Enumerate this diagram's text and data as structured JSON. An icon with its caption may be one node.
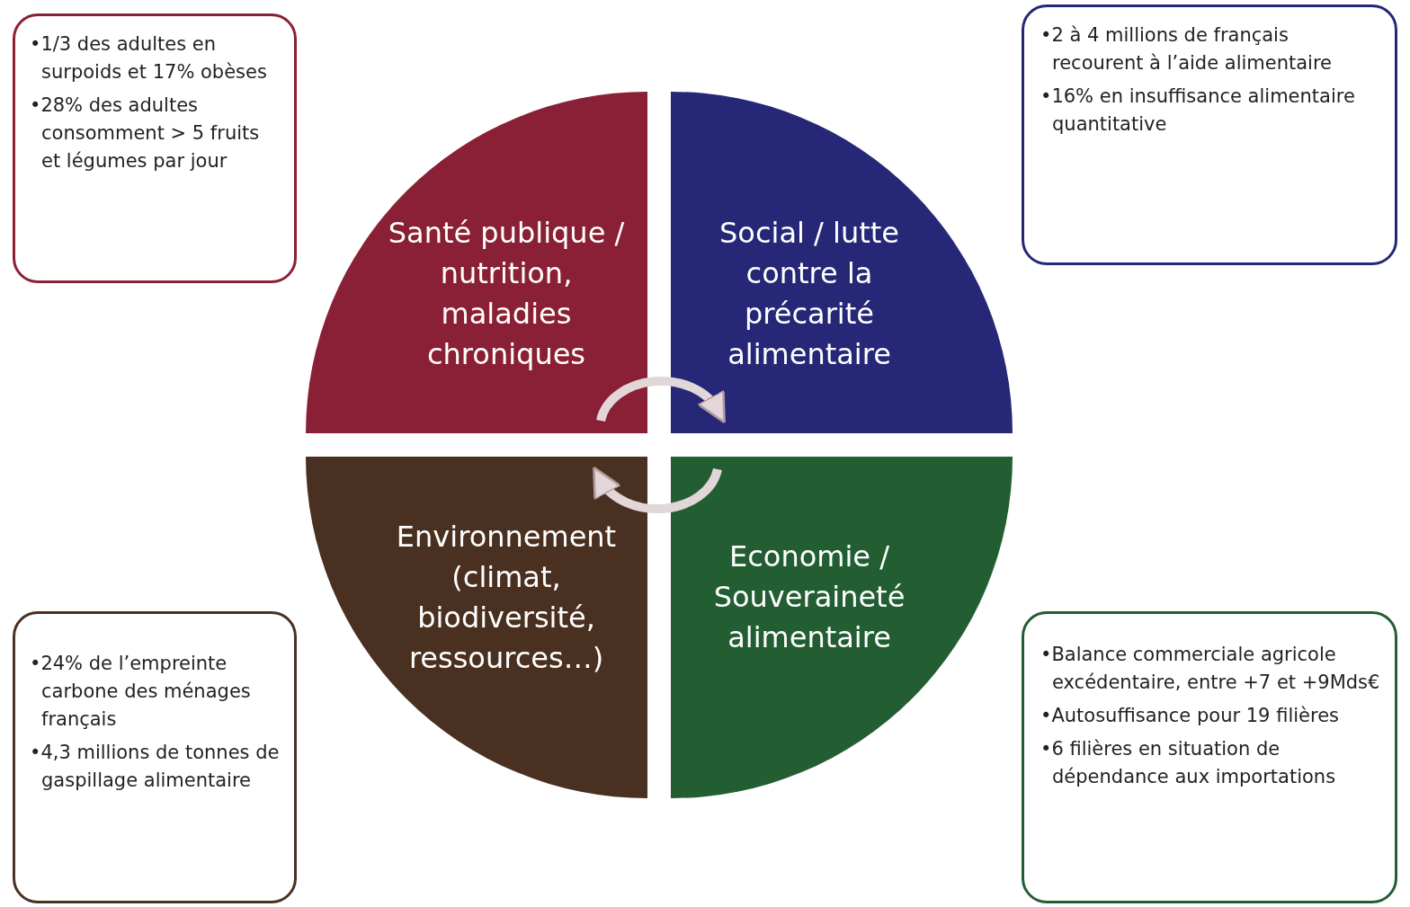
{
  "diagram": {
    "nodes": [
      {
        "text": [
          "•1/3 des adultes en surpoids et 17% obèses",
          "•28% des adultes consomment > 5 fruits et légumes par jour"
        ]
      },
      {
        "text": [
          "•2 à 4 millions de français recourent à l’aide alimentaire",
          "•16% en insuffisance alimentaire quantitative"
        ]
      },
      {
        "text": [
          "Santé publique / nutrition, maladies chroniques"
        ]
      },
      {
        "text": [
          "Social / lutte contre la précarité alimentaire"
        ]
      },
      {
        "text": [
          "Environnement (climat, biodiversité, ressources…)"
        ]
      },
      {
        "text": [
          "Economie / Souveraineté alimentaire"
        ]
      },
      {
        "text": [
          "•24% de l’empreinte carbone des ménages français",
          "•4,3 millions de tonnes de gaspillage alimentaire"
        ]
      },
      {
        "text": [
          "•Balance commerciale agricole excédentaire, entre +7 et +9Mds€",
          "•Autosuffisance pour 19 filières",
          "•6 filières en situation de dépendance aux importations"
        ]
      }
    ],
    "edges": [
      {
        "from": 2,
        "to": 3,
        "arrow": "to"
      },
      {
        "from": 5,
        "to": 4,
        "arrow": "to"
      }
    ]
  }
}
